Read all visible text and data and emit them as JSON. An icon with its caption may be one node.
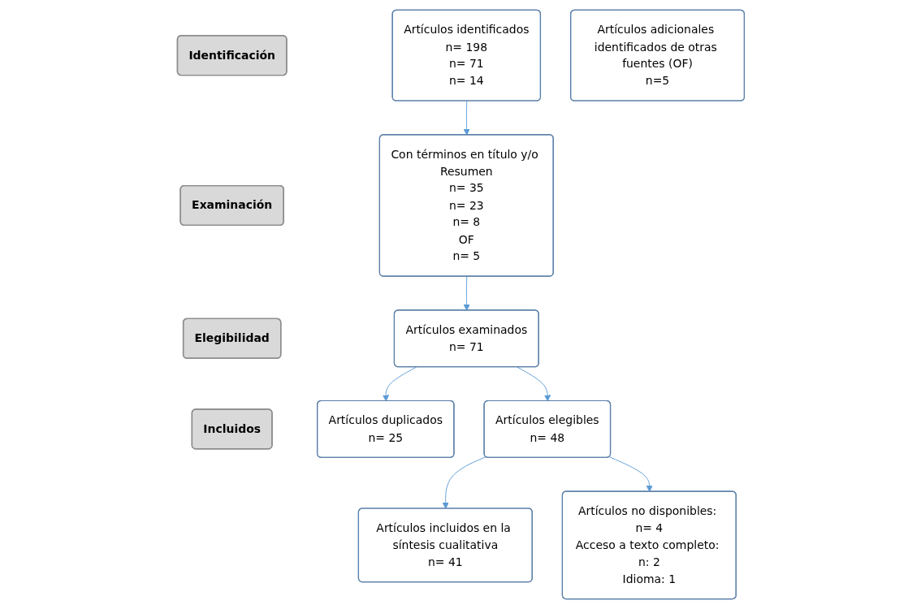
{
  "diagram": {
    "nodes": [
      {
        "text": [
          "Identificación"
        ]
      },
      {
        "text": [
          "Examinación"
        ]
      },
      {
        "text": [
          "Elegibilidad"
        ]
      },
      {
        "text": [
          "Incluidos"
        ]
      },
      {
        "text": [
          "Artículos identificados",
          "n= 198",
          "n= 71",
          "n= 14"
        ]
      },
      {
        "text": [
          "Artículos adicionales identificados de otras fuentes (OF)",
          "n=5"
        ]
      },
      {
        "text": [
          "Con términos en título y/o Resumen",
          "n= 35",
          "n= 23",
          "n= 8",
          "OF",
          "n= 5"
        ]
      },
      {
        "text": [
          "Artículos examinados",
          "n= 71"
        ]
      },
      {
        "text": [
          "Artículos duplicados",
          "n= 25"
        ]
      },
      {
        "text": [
          "Artículos elegibles",
          "n= 48"
        ]
      },
      {
        "text": [
          "Artículos no disponibles: n= 4",
          "Acceso a texto completo: n: 2",
          "Idioma: 1"
        ]
      },
      {
        "text": [
          "Artículos incluidos en la síntesis cualitativa",
          "n= 41"
        ]
      }
    ],
    "edges": [
      {
        "from": 4,
        "to": 6,
        "arrow": "to"
      },
      {
        "from": 6,
        "to": 7,
        "arrow": "to"
      },
      {
        "from": 7,
        "to": 9,
        "arrow": "to"
      },
      {
        "from": 7,
        "to": 8,
        "arrow": "to"
      },
      {
        "from": 9,
        "to": 11,
        "arrow": "to"
      },
      {
        "from": 9,
        "to": 10,
        "arrow": "to"
      }
    ]
  }
}
